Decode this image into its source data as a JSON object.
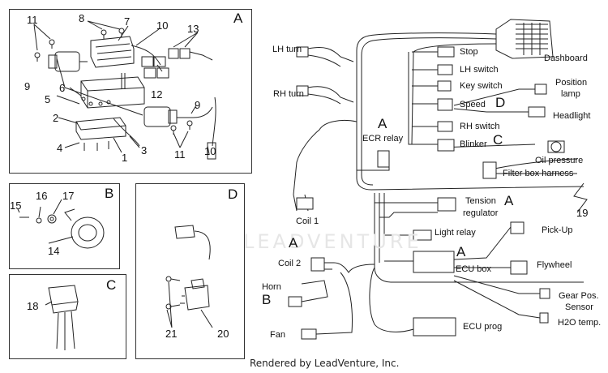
{
  "panels": {
    "a_letter": "A",
    "b_letter": "B",
    "c_letter": "C",
    "d_letter": "D"
  },
  "parts": {
    "p1": "1",
    "p2": "2",
    "p3": "3",
    "p4": "4",
    "p5": "5",
    "p6": "6",
    "p7": "7",
    "p8": "8",
    "p9": "9",
    "p10": "10",
    "p11": "11",
    "p12": "12",
    "p13": "13",
    "p14": "14",
    "p15": "15",
    "p16": "16",
    "p17": "17",
    "p18": "18",
    "p19": "19",
    "p20": "20",
    "p21": "21"
  },
  "harness": {
    "stop": "Stop",
    "lh_switch": "LH switch",
    "key_switch": "Key switch",
    "speed": "Speed",
    "rh_switch": "RH switch",
    "blinker": "Blinker",
    "dashboard": "Dashboard",
    "position_lamp_1": "Position",
    "position_lamp_2": "lamp",
    "headlight": "Headlight",
    "oil_pressure": "Oil pressure",
    "filter_box_harness": "Filter box harness",
    "lh_turn": "LH turn",
    "rh_turn": "RH turn",
    "ecr_relay": "ECR relay",
    "coil1": "Coil 1",
    "coil2": "Coil 2",
    "horn": "Horn",
    "fan": "Fan",
    "tension_regulator_1": "Tension",
    "tension_regulator_2": "regulator",
    "light_relay": "Light relay",
    "ecu_box": "ECU box",
    "ecu_prog": "ECU prog",
    "pickup": "Pick-Up",
    "flywheel": "Flywheel",
    "gear_pos_1": "Gear Pos.",
    "gear_pos_2": "Sensor",
    "h2o_temp": "H2O temp.",
    "ref_a_ecr": "A",
    "ref_d_speed": "D",
    "ref_c_blinker": "C",
    "ref_a_tension": "A",
    "ref_a_coil": "A",
    "ref_a_ecu": "A",
    "ref_b_horn": "B"
  },
  "watermark": "LEADVENTURE",
  "footer": "Rendered by LeadVenture, Inc."
}
